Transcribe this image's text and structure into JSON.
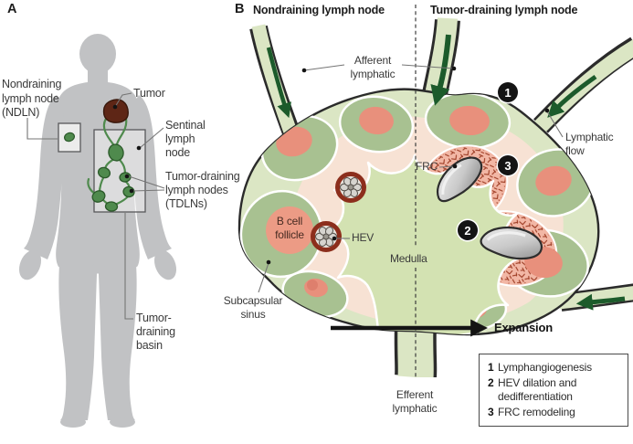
{
  "figure": {
    "panelA": {
      "letter": "A",
      "labels": {
        "ndln": "Nondraining\nlymph node\n(NDLN)",
        "tumor": "Tumor",
        "sentinel": "Sentinal\nlymph\nnode",
        "tdln": "Tumor-draining\nlymph nodes\n(TDLNs)",
        "basin": "Tumor-\ndraining\nbasin"
      }
    },
    "panelB": {
      "letter": "B",
      "title_left": "Nondraining lymph node",
      "title_right": "Tumor-draining lymph node",
      "labels": {
        "afferent": "Afferent\nlymphatic",
        "lymphatic_flow": "Lymphatic\nflow",
        "frc": "FRC",
        "b_cell_follicle": "B cell\nfollicle",
        "hev": "HEV",
        "medulla": "Medulla",
        "subcapsular": "Subcapsular\nsinus",
        "expansion": "Expansion",
        "efferent": "Efferent\nlymphatic"
      },
      "badges": [
        "1",
        "2",
        "3"
      ],
      "legend": [
        {
          "num": "1",
          "text": "Lymphangiogenesis"
        },
        {
          "num": "2",
          "text": "HEV dilation and\ndedifferentiation"
        },
        {
          "num": "3",
          "text": "FRC remodeling"
        }
      ]
    },
    "colors": {
      "capsule_green": "#dbe6c4",
      "cortex_green": "#a8c191",
      "follicle_salmon": "#e8907c",
      "paracortex_pink": "#f7e2d4",
      "frc_mesh_pink": "#f2b7a5",
      "frc_mesh_stroke": "#9c3a22",
      "medulla_green": "#d3e2b2",
      "flow_arrow_green": "#1c5b2b",
      "body_gray": "#c1c2c4",
      "lymph_node_green": "#4f8a4d",
      "tumor_brown": "#5e2616",
      "badge_black": "#141414",
      "outline_black": "#2b2b2b"
    }
  }
}
